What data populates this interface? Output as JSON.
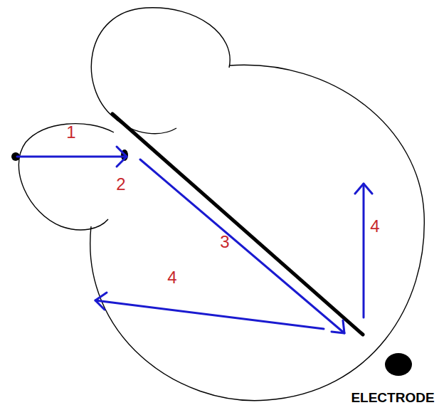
{
  "diagram": {
    "labels": [
      "1",
      "2",
      "3",
      "4",
      "4",
      "ELECTRODE"
    ]
  }
}
